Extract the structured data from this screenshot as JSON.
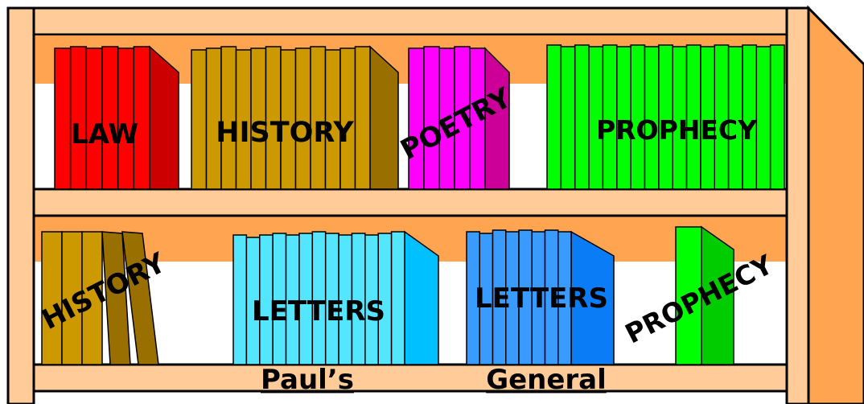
{
  "colors": {
    "wood": "#ffcc99",
    "shelf_back": "#ffa552",
    "outline": "#000000",
    "law": "#ff0000",
    "history": "#cc9900",
    "poetry": "#ff00ff",
    "prophecy": "#00ff00",
    "pauls_letters": "#55e6ff",
    "general_letters": "#3a9bff"
  },
  "shelves": [
    {
      "name": "top",
      "sections": [
        {
          "key": "law",
          "label": "LAW",
          "color": "#ff0000",
          "dark": "#cc0000",
          "books": 6
        },
        {
          "key": "history",
          "label": "HISTORY",
          "color": "#cc9900",
          "dark": "#996f00",
          "books": 12
        },
        {
          "key": "poetry",
          "label": "POETRY",
          "color": "#ff00ff",
          "dark": "#cc0099",
          "books": 5
        },
        {
          "key": "prophecy",
          "label": "PROPHECY",
          "color": "#00ff00",
          "dark": "#00cc00",
          "books": 17
        }
      ]
    },
    {
      "name": "bottom",
      "sections": [
        {
          "key": "nt-history",
          "label": "HISTORY",
          "color": "#cc9900",
          "dark": "#996f00",
          "books": 5
        },
        {
          "key": "pauls-letters",
          "label": "LETTERS",
          "caption": "Paul’s",
          "color": "#55e6ff",
          "dark": "#00c0ff",
          "books": 13
        },
        {
          "key": "general-letters",
          "label": "LETTERS",
          "caption": "General",
          "color": "#3a9bff",
          "dark": "#0a7cf5",
          "books": 8
        },
        {
          "key": "nt-prophecy",
          "label": "PROPHECY",
          "color": "#00ff00",
          "dark": "#00cc00",
          "books": 1
        }
      ]
    }
  ]
}
